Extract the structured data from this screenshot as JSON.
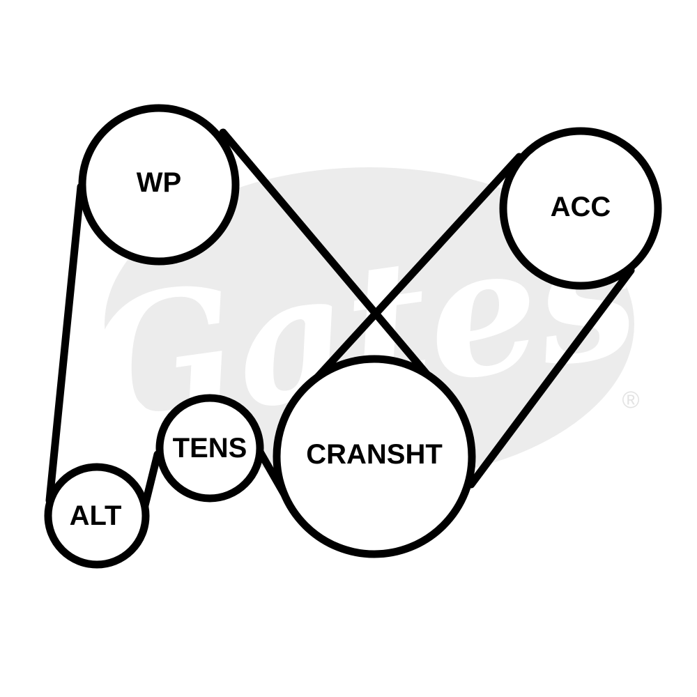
{
  "diagram": {
    "watermark": {
      "brand": "Gates",
      "mark": "®",
      "color": "#ececec"
    },
    "belt_color": "#000000",
    "pulleys": {
      "wp": {
        "label": "WP"
      },
      "acc": {
        "label": "ACC"
      },
      "tens": {
        "label": "TENS"
      },
      "cranksht": {
        "label": "CRANSHT"
      },
      "alt": {
        "label": "ALT"
      }
    }
  }
}
